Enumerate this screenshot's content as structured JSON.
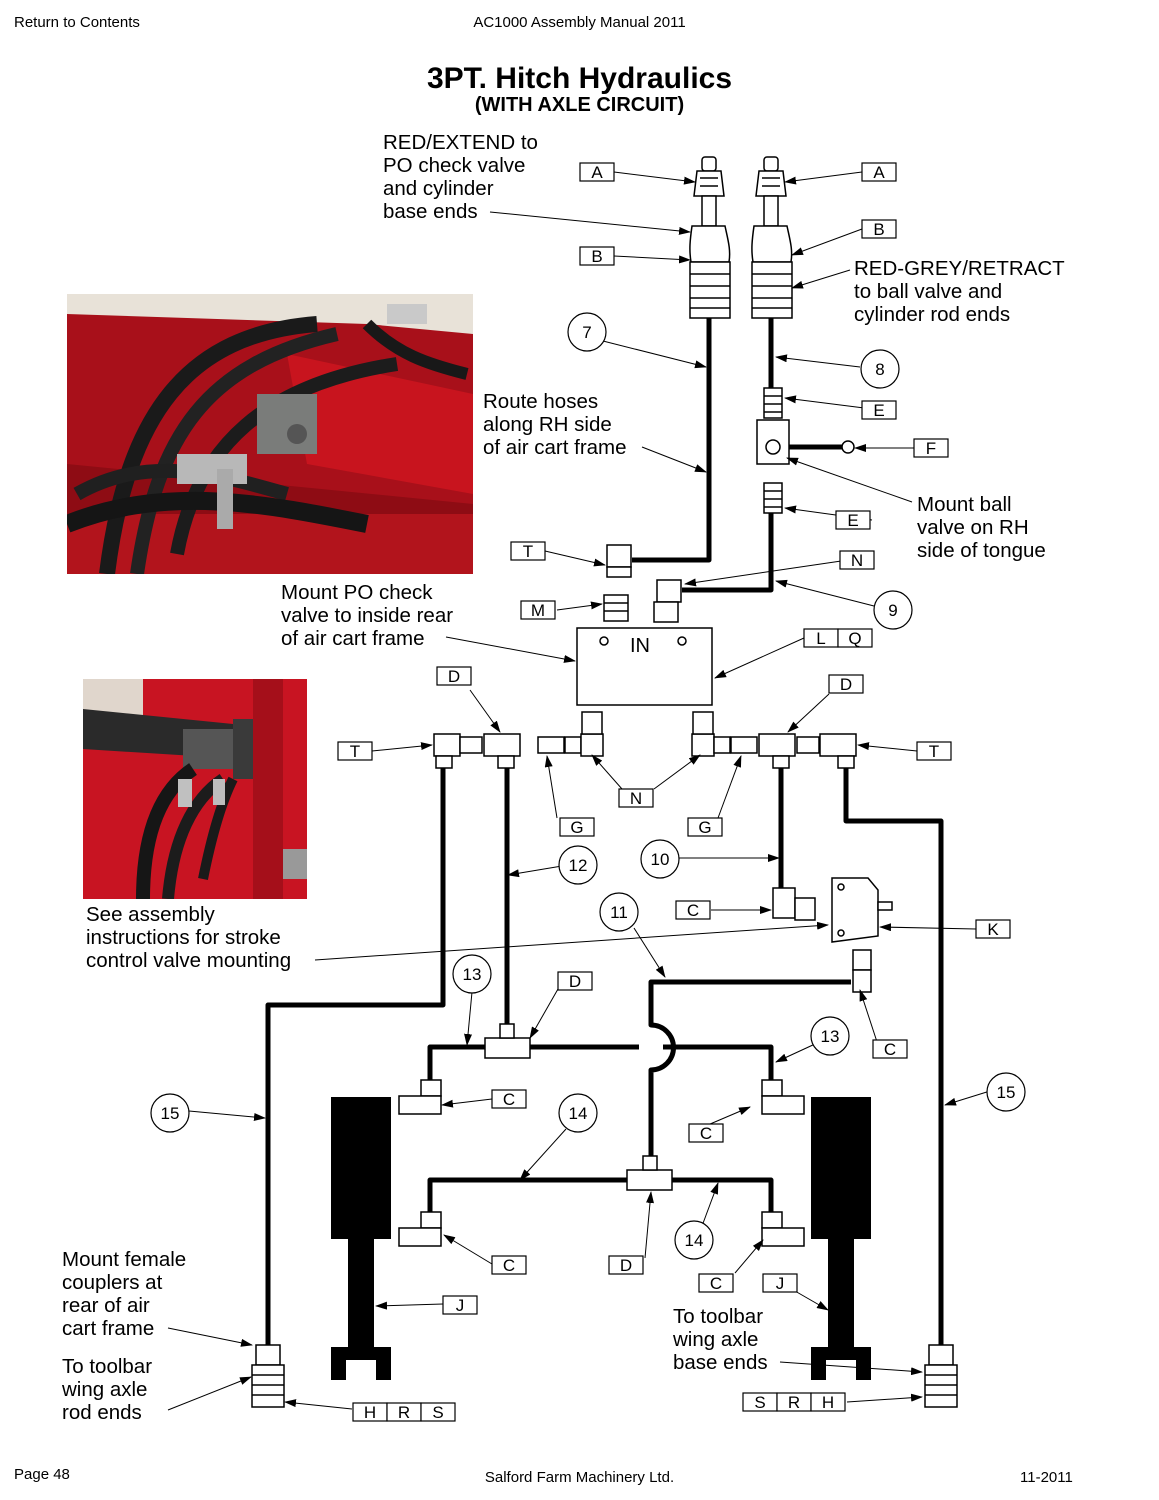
{
  "header": {
    "return_link": "Return to Contents",
    "doc_title": "AC1000 Assembly Manual 2011"
  },
  "title": {
    "main": "3PT. Hitch Hydraulics",
    "sub": "(WITH AXLE CIRCUIT)"
  },
  "notes": {
    "red_extend": [
      "RED/EXTEND to",
      "PO check valve",
      "and cylinder",
      "base ends"
    ],
    "red_grey_retract": [
      "RED-GREY/RETRACT",
      "to ball valve and",
      "cylinder rod ends"
    ],
    "route_hoses": [
      "Route hoses",
      "along RH side",
      "of air cart frame"
    ],
    "mount_ball_valve": [
      "Mount ball",
      "valve on RH",
      "side of tongue"
    ],
    "mount_po_check": [
      "Mount PO check",
      "valve to inside rear",
      "of air cart frame"
    ],
    "see_assembly": [
      "See assembly",
      "instructions for stroke",
      "control valve mounting"
    ],
    "mount_female": [
      "Mount female",
      "couplers at",
      "rear of air",
      "cart frame"
    ],
    "to_toolbar_rod": [
      "To toolbar",
      "wing axle",
      "rod ends"
    ],
    "to_toolbar_base": [
      "To toolbar",
      "wing axle",
      "base ends"
    ],
    "valve_in": "IN"
  },
  "part_labels": {
    "A": "A",
    "B": "B",
    "C": "C",
    "D": "D",
    "E": "E",
    "F": "F",
    "G": "G",
    "H": "H",
    "J": "J",
    "K": "K",
    "L": "L",
    "M": "M",
    "N": "N",
    "Q": "Q",
    "R": "R",
    "S": "S",
    "T": "T"
  },
  "hose_numbers": {
    "h7": "7",
    "h8": "8",
    "h9": "9",
    "h10": "10",
    "h11": "11",
    "h12": "12",
    "h13": "13",
    "h14": "14",
    "h15": "15"
  },
  "footer": {
    "page": "Page 48",
    "company": "Salford Farm Machinery Ltd.",
    "date": "11-2011"
  }
}
